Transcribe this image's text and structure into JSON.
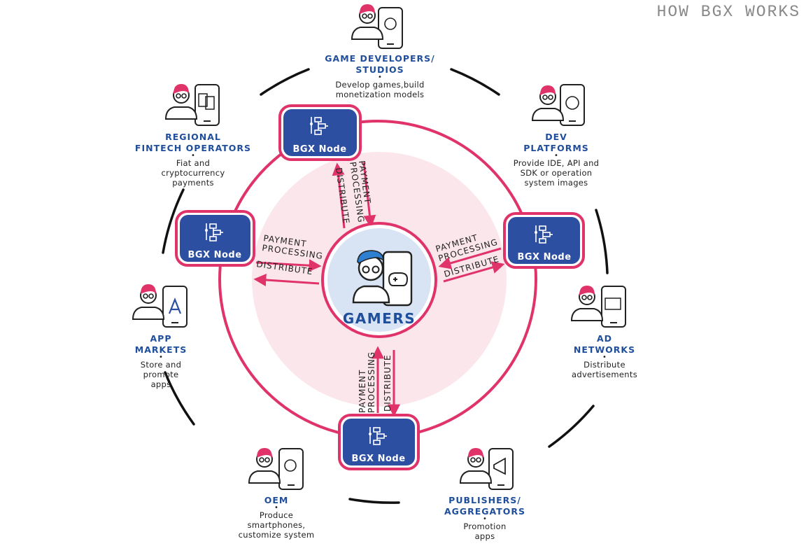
{
  "header": {
    "title": "HOW BGX WORKS"
  },
  "center": {
    "label": "GAMERS"
  },
  "node_label": "BGX Node",
  "flow": {
    "payment_line1": "PAYMENT",
    "payment_line2": "PROCESSING",
    "distribute": "DISTRIBUTE"
  },
  "actors": {
    "game_developers": {
      "name1": "GAME DEVELOPERS/",
      "name2": "STUDIOS",
      "desc1": "Develop games,build",
      "desc2": "monetization models"
    },
    "dev_platforms": {
      "name1": "DEV",
      "name2": "PLATFORMS",
      "desc1": "Provide IDE, API and",
      "desc2": "SDK or operation",
      "desc3": "system images"
    },
    "fintech": {
      "name1": "REGIONAL",
      "name2": "FINTECH OPERATORS",
      "desc1": "Fiat and",
      "desc2": "cryptocurrency",
      "desc3": "payments"
    },
    "app_markets": {
      "name1": "APP",
      "name2": "MARKETS",
      "desc1": "Store and",
      "desc2": "promote",
      "desc3": "apps"
    },
    "ad_networks": {
      "name1": "AD",
      "name2": "NETWORKS",
      "desc1": "Distribute",
      "desc2": "advertisements"
    },
    "oem": {
      "name1": "OEM",
      "desc1": "Produce",
      "desc2": "smartphones,",
      "desc3": "customize system"
    },
    "publishers": {
      "name1": "PUBLISHERS/",
      "name2": "AGGREGATORS",
      "desc1": "Promotion",
      "desc2": "apps"
    }
  },
  "colors": {
    "pink": "#e0336a",
    "blue": "#2d4fa2",
    "navy": "#1f4e9c",
    "light_pink": "#fbe6ec",
    "center_fill": "#d8e4f4"
  }
}
